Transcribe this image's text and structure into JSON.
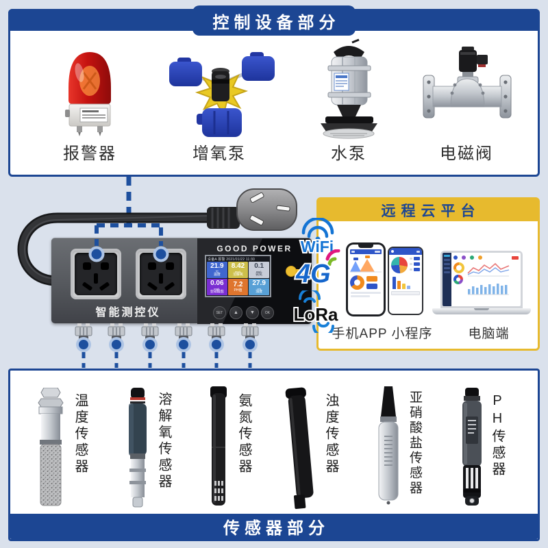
{
  "theme": {
    "primary_blue": "#1c4693",
    "accent_yellow": "#e7ba2e",
    "connector_blue": "#1d4f9e",
    "background": "#dae1ec"
  },
  "control_section": {
    "title": "控制设备部分",
    "devices": [
      {
        "name": "alarm",
        "label": "报警器"
      },
      {
        "name": "aerator-pump",
        "label": "增氧泵"
      },
      {
        "name": "water-pump",
        "label": "水泵"
      },
      {
        "name": "solenoid-valve",
        "label": "电磁阀"
      }
    ]
  },
  "controller": {
    "brand": "GOOD POWER",
    "device_label": "智能测控仪",
    "screen": {
      "status_bar": "设备A 报警 2021/01/22 11:30",
      "tiles": [
        {
          "value": "21.9",
          "unit": "℃",
          "label": "温度",
          "color": "#3f66cf"
        },
        {
          "value": "8.42",
          "unit": "mg/L",
          "label": "溶解氧",
          "color": "#cdbf4a"
        },
        {
          "value": "0.1",
          "unit": "mg/L",
          "label": "氨氮",
          "color": "#c7ccd8"
        },
        {
          "value": "0.06",
          "unit": "mg/L",
          "label": "亚硝酸盐",
          "color": "#7a2ed2"
        },
        {
          "value": "7.2",
          "unit": "",
          "label": "PH值",
          "color": "#df752e"
        },
        {
          "value": "27.9",
          "unit": "cm",
          "label": "浊度",
          "color": "#58a0d6"
        }
      ]
    },
    "buttons": [
      {
        "label": "SET"
      },
      {
        "label": "▲"
      },
      {
        "label": "▼"
      },
      {
        "label": "OK"
      }
    ]
  },
  "connectivity": {
    "wifi": "WiFi",
    "cellular": "4G",
    "lora": "LoRa"
  },
  "cloud_panel": {
    "title": "远程云平台",
    "mobile_label": "手机APP 小程序",
    "pc_label": "电脑端"
  },
  "sensor_section": {
    "title": "传感器部分",
    "sensors": [
      {
        "label": "温度传感器"
      },
      {
        "label": "溶解氧传感器"
      },
      {
        "label": "氨氮传感器"
      },
      {
        "label": "浊度传感器"
      },
      {
        "label": "亚硝酸盐传感器"
      },
      {
        "label": "PH传感器"
      }
    ]
  }
}
